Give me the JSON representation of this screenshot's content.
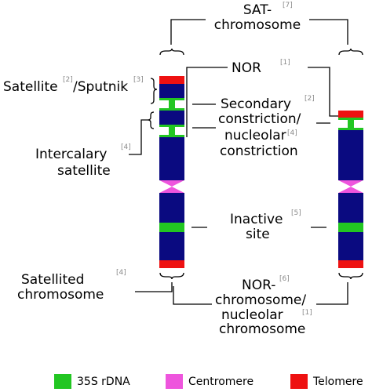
{
  "colors": {
    "chromatin": "#0a0a80",
    "rdna": "#22c622",
    "centromere": "#ee55dd",
    "telomere": "#ee1111",
    "lines": "#000000",
    "ref": "#8a8a8a"
  },
  "labels": {
    "sat_1": "SAT-",
    "sat_2": "chromosome",
    "sat_ref": "[7]",
    "nor": "NOR",
    "nor_ref": "[1]",
    "satellite_1": "Satellite",
    "satellite_ref_a": "[2]",
    "satellite_2": "/Sputnik",
    "satellite_ref_b": "[3]",
    "secondary_1": "Secondary",
    "secondary_ref": "[2]",
    "secondary_2": "constriction/",
    "secondary_3": "nucleolar",
    "secondary_ref_b": "[4]",
    "secondary_4": "constriction",
    "intercalary_1": "Intercalary",
    "intercalary_ref": "[4]",
    "intercalary_2": "satellite",
    "inactive_1": "Inactive",
    "inactive_ref": "[5]",
    "inactive_2": "site",
    "satellited_1": "Satellited",
    "satellited_ref": "[4]",
    "satellited_2": "chromosome",
    "norchrom_1": "NOR-",
    "norchrom_ref": "[6]",
    "norchrom_2": "chromosome/",
    "norchrom_3": "nucleolar",
    "norchrom_ref_b": "[1]",
    "norchrom_4": "chromosome"
  },
  "legend": [
    {
      "label": "35S rDNA",
      "color": "#22c622"
    },
    {
      "label": "Centromere",
      "color": "#ee55dd"
    },
    {
      "label": "Telomere",
      "color": "#ee1111"
    }
  ]
}
